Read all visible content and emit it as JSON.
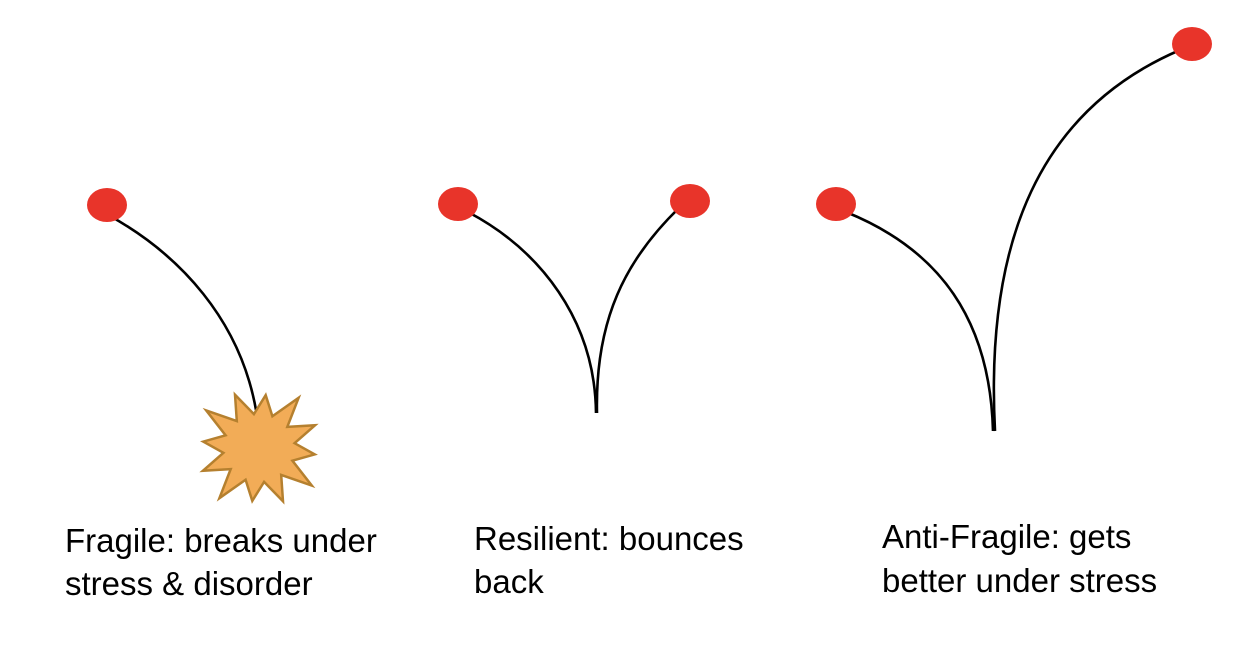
{
  "colors": {
    "ball": "#e8342a",
    "burst_fill": "#f2ac57",
    "burst_stroke": "#b5802f",
    "line": "#000000"
  },
  "panels": [
    {
      "name": "fragile",
      "lines": [
        "Fragile: breaks under",
        "stress & disorder"
      ]
    },
    {
      "name": "resilient",
      "lines": [
        "Resilient: bounces",
        "back"
      ]
    },
    {
      "name": "anti-fragile",
      "lines": [
        "Anti-Fragile: gets",
        "better under stress"
      ]
    }
  ]
}
